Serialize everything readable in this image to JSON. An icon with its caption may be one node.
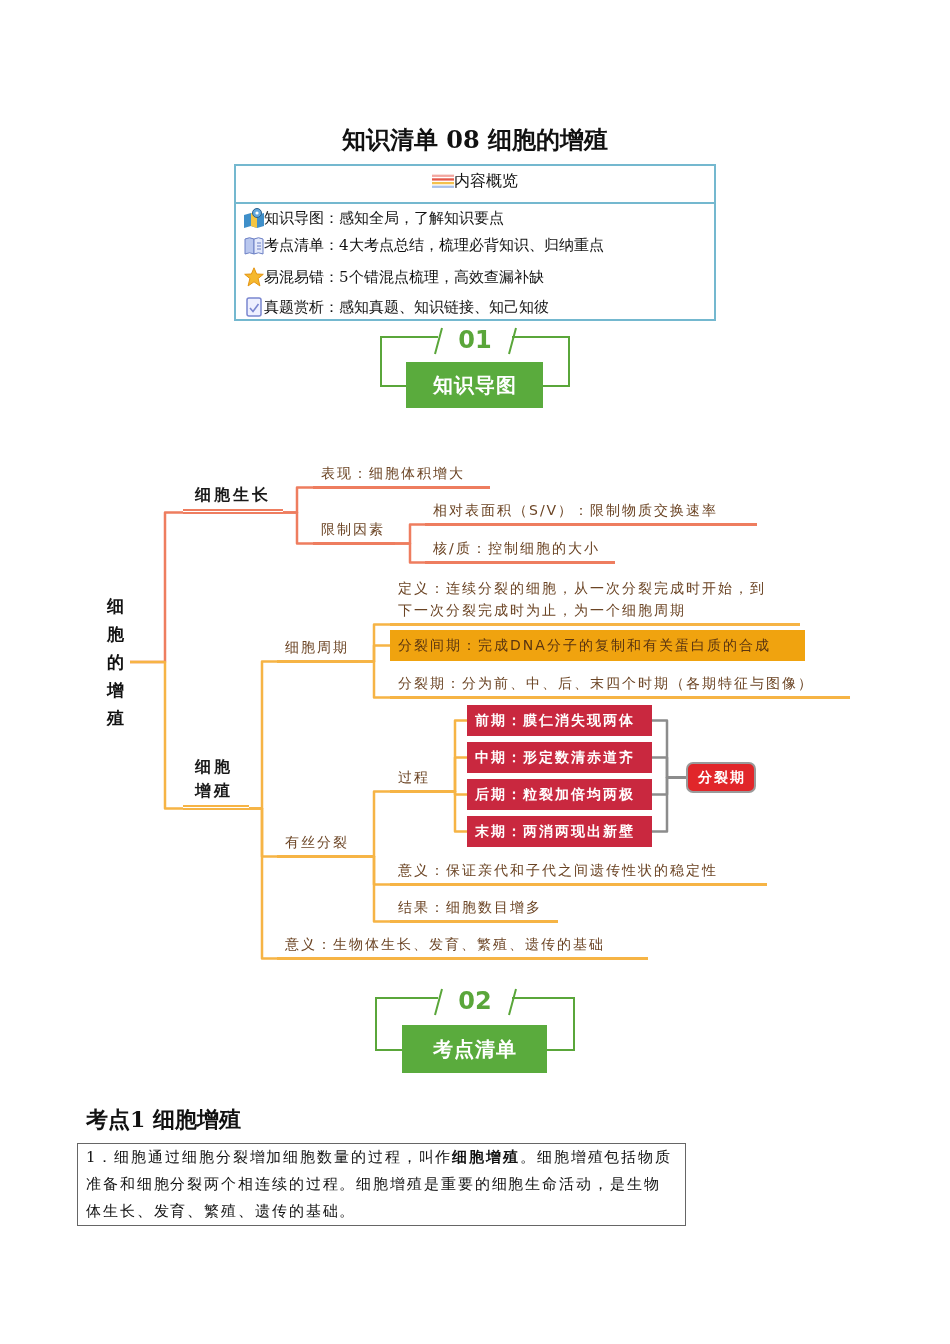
{
  "diagram": {
    "title": "知识清单 08 细胞的增殖",
    "nodes": [
      {
        "text": [
          "内容概览",
          "知识导图：感知全局，了解知识要点",
          "考点清单：4大考点总结，梳理必背知识、归纳重点",
          "易混易错：5个错混点梳理，高效查漏补缺",
          "真题赏析：感知真题、知识链接、知己知彼"
        ]
      },
      {
        "text": [
          "01",
          "知识导图"
        ]
      },
      {
        "text": [
          "细胞的增殖"
        ]
      },
      {
        "text": [
          "细胞生长"
        ]
      },
      {
        "text": [
          "表现：细胞体积增大"
        ]
      },
      {
        "text": [
          "限制因素"
        ]
      },
      {
        "text": [
          "相对表面积（S/V）：限制物质交换速率"
        ]
      },
      {
        "text": [
          "核/质：控制细胞的大小"
        ]
      },
      {
        "text": [
          "细胞增殖"
        ]
      },
      {
        "text": [
          "细胞周期"
        ]
      },
      {
        "text": [
          "定义：连续分裂的细胞，从一次分裂完成时开始，到下一次分裂完成时为止，为一个细胞周期"
        ]
      },
      {
        "text": [
          "分裂间期：完成DNA分子的复制和有关蛋白质的合成"
        ]
      },
      {
        "text": [
          "分裂期：分为前、中、后、末四个时期（各期特征与图像）"
        ]
      },
      {
        "text": [
          "有丝分裂"
        ]
      },
      {
        "text": [
          "过程"
        ]
      },
      {
        "text": [
          "前期：膜仁消失现两体"
        ]
      },
      {
        "text": [
          "中期：形定数清赤道齐"
        ]
      },
      {
        "text": [
          "后期：粒裂加倍均两极"
        ]
      },
      {
        "text": [
          "末期：两消两现出新壁"
        ]
      },
      {
        "text": [
          "分裂期"
        ]
      },
      {
        "text": [
          "意义：保证亲代和子代之间遗传性状的稳定性"
        ]
      },
      {
        "text": [
          "结果：细胞数目增多"
        ]
      },
      {
        "text": [
          "意义：生物体生长、发育、繁殖、遗传的基础"
        ]
      },
      {
        "text": [
          "02",
          "考点清单"
        ]
      },
      {
        "text": [
          "1．细胞通过细胞分裂增加细胞数量的过程，叫作**细胞增殖**。细胞增殖包括物质准备和细胞分裂两个相连续的过程。细胞增殖是重要的细胞生命活动，是生物体生长、发育、繁殖、遗传的基础。"
        ]
      }
    ],
    "edges": [
      {
        "from": 2,
        "to": 3,
        "arrow": "none",
        "color": "#ee7d5f"
      },
      {
        "from": 2,
        "to": 8,
        "arrow": "none"
      },
      {
        "from": 3,
        "to": 4,
        "arrow": "none",
        "color": "#ee7d5f"
      },
      {
        "from": 3,
        "to": 5,
        "arrow": "none",
        "color": "#ee7d5f"
      },
      {
        "from": 5,
        "to": 6,
        "arrow": "none",
        "color": "#ee7d5f"
      },
      {
        "from": 5,
        "to": 7,
        "arrow": "none",
        "color": "#ee7d5f"
      },
      {
        "from": 8,
        "to": 9,
        "arrow": "none"
      },
      {
        "from": 8,
        "to": 13,
        "arrow": "none"
      },
      {
        "from": 8,
        "to": 22,
        "arrow": "none"
      },
      {
        "from": 9,
        "to": 10,
        "arrow": "none"
      },
      {
        "from": 9,
        "to": 11,
        "arrow": "none"
      },
      {
        "from": 9,
        "to": 12,
        "arrow": "none"
      },
      {
        "from": 13,
        "to": 14,
        "arrow": "none"
      },
      {
        "from": 13,
        "to": 20,
        "arrow": "none"
      },
      {
        "from": 13,
        "to": 21,
        "arrow": "none"
      },
      {
        "from": 14,
        "to": 15,
        "arrow": "none"
      },
      {
        "from": 14,
        "to": 16,
        "arrow": "none"
      },
      {
        "from": 14,
        "to": 17,
        "arrow": "none"
      },
      {
        "from": 14,
        "to": 18,
        "arrow": "none"
      },
      {
        "from": 15,
        "to": 19,
        "arrow": "none",
        "color": "#8c8c8c"
      },
      {
        "from": 16,
        "to": 19,
        "arrow": "none",
        "color": "#8c8c8c"
      },
      {
        "from": 17,
        "to": 19,
        "arrow": "none",
        "color": "#8c8c8c"
      },
      {
        "from": 18,
        "to": 19,
        "arrow": "none",
        "color": "#8c8c8c"
      }
    ],
    "labels": [
      "考点1 细胞增殖"
    ]
  }
}
